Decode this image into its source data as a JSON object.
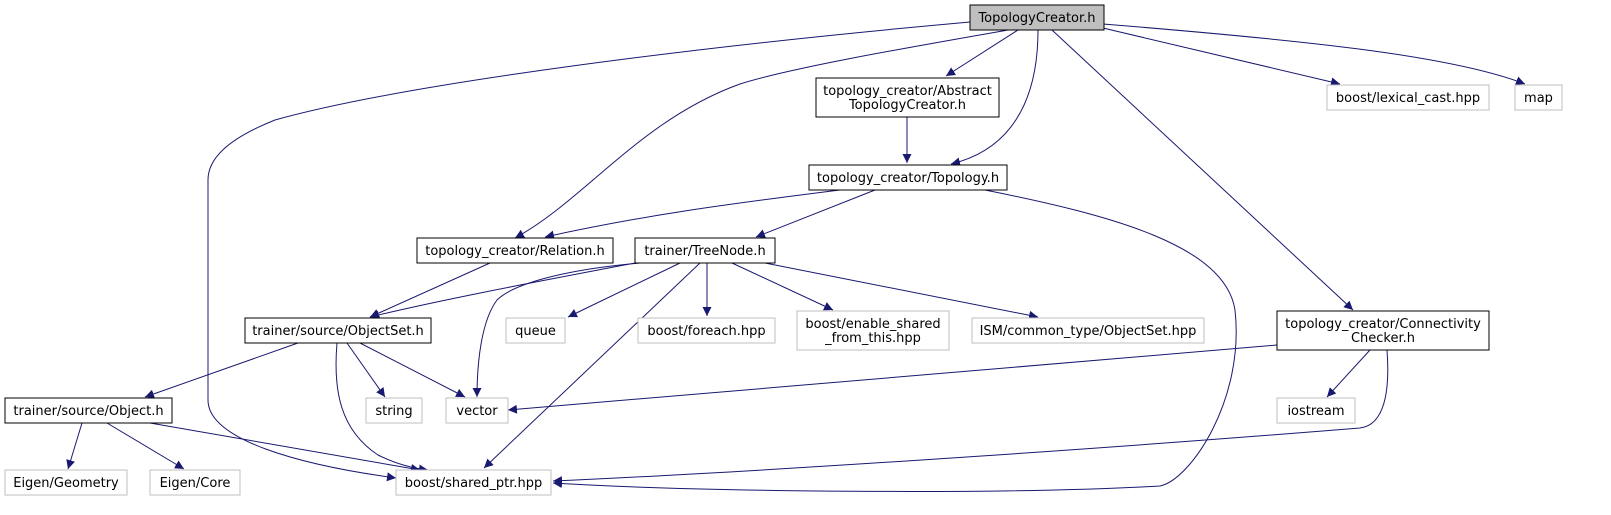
{
  "graph": {
    "colors": {
      "edge": "#191970",
      "main_fill": "#bfbfbf",
      "external_border": "#bfbfbf",
      "local_border": "#000000"
    },
    "nodes": {
      "root": {
        "lines": [
          "TopologyCreator.h"
        ],
        "kind": "main"
      },
      "abstract": {
        "lines": [
          "topology_creator/Abstract",
          "TopologyCreator.h"
        ],
        "kind": "local"
      },
      "topology": {
        "lines": [
          "topology_creator/Topology.h"
        ],
        "kind": "local"
      },
      "relation": {
        "lines": [
          "topology_creator/Relation.h"
        ],
        "kind": "local"
      },
      "treenode": {
        "lines": [
          "trainer/TreeNode.h"
        ],
        "kind": "local"
      },
      "objectset": {
        "lines": [
          "trainer/source/ObjectSet.h"
        ],
        "kind": "local"
      },
      "object": {
        "lines": [
          "trainer/source/Object.h"
        ],
        "kind": "local"
      },
      "connectivity": {
        "lines": [
          "topology_creator/Connectivity",
          "Checker.h"
        ],
        "kind": "local"
      },
      "lexical_cast": {
        "lines": [
          "boost/lexical_cast.hpp"
        ],
        "kind": "external"
      },
      "map": {
        "lines": [
          "map"
        ],
        "kind": "external"
      },
      "queue": {
        "lines": [
          "queue"
        ],
        "kind": "external"
      },
      "foreach": {
        "lines": [
          "boost/foreach.hpp"
        ],
        "kind": "external"
      },
      "enable_shared": {
        "lines": [
          "boost/enable_shared",
          "_from_this.hpp"
        ],
        "kind": "external"
      },
      "ism_objectset": {
        "lines": [
          "ISM/common_type/ObjectSet.hpp"
        ],
        "kind": "external"
      },
      "string": {
        "lines": [
          "string"
        ],
        "kind": "external"
      },
      "vector": {
        "lines": [
          "vector"
        ],
        "kind": "external"
      },
      "iostream": {
        "lines": [
          "iostream"
        ],
        "kind": "external"
      },
      "eigen_geometry": {
        "lines": [
          "Eigen/Geometry"
        ],
        "kind": "external"
      },
      "eigen_core": {
        "lines": [
          "Eigen/Core"
        ],
        "kind": "external"
      },
      "shared_ptr": {
        "lines": [
          "boost/shared_ptr.hpp"
        ],
        "kind": "external"
      }
    },
    "edges": [
      [
        "root",
        "abstract"
      ],
      [
        "root",
        "topology"
      ],
      [
        "root",
        "relation"
      ],
      [
        "root",
        "shared_ptr"
      ],
      [
        "root",
        "connectivity"
      ],
      [
        "root",
        "lexical_cast"
      ],
      [
        "root",
        "map"
      ],
      [
        "abstract",
        "topology"
      ],
      [
        "topology",
        "relation"
      ],
      [
        "topology",
        "treenode"
      ],
      [
        "topology",
        "shared_ptr"
      ],
      [
        "relation",
        "objectset"
      ],
      [
        "treenode",
        "objectset"
      ],
      [
        "treenode",
        "queue"
      ],
      [
        "treenode",
        "foreach"
      ],
      [
        "treenode",
        "enable_shared"
      ],
      [
        "treenode",
        "ism_objectset"
      ],
      [
        "treenode",
        "vector"
      ],
      [
        "treenode",
        "shared_ptr"
      ],
      [
        "objectset",
        "object"
      ],
      [
        "objectset",
        "string"
      ],
      [
        "objectset",
        "vector"
      ],
      [
        "objectset",
        "shared_ptr"
      ],
      [
        "object",
        "eigen_geometry"
      ],
      [
        "object",
        "eigen_core"
      ],
      [
        "object",
        "shared_ptr"
      ],
      [
        "connectivity",
        "vector"
      ],
      [
        "connectivity",
        "iostream"
      ],
      [
        "connectivity",
        "shared_ptr"
      ]
    ]
  }
}
